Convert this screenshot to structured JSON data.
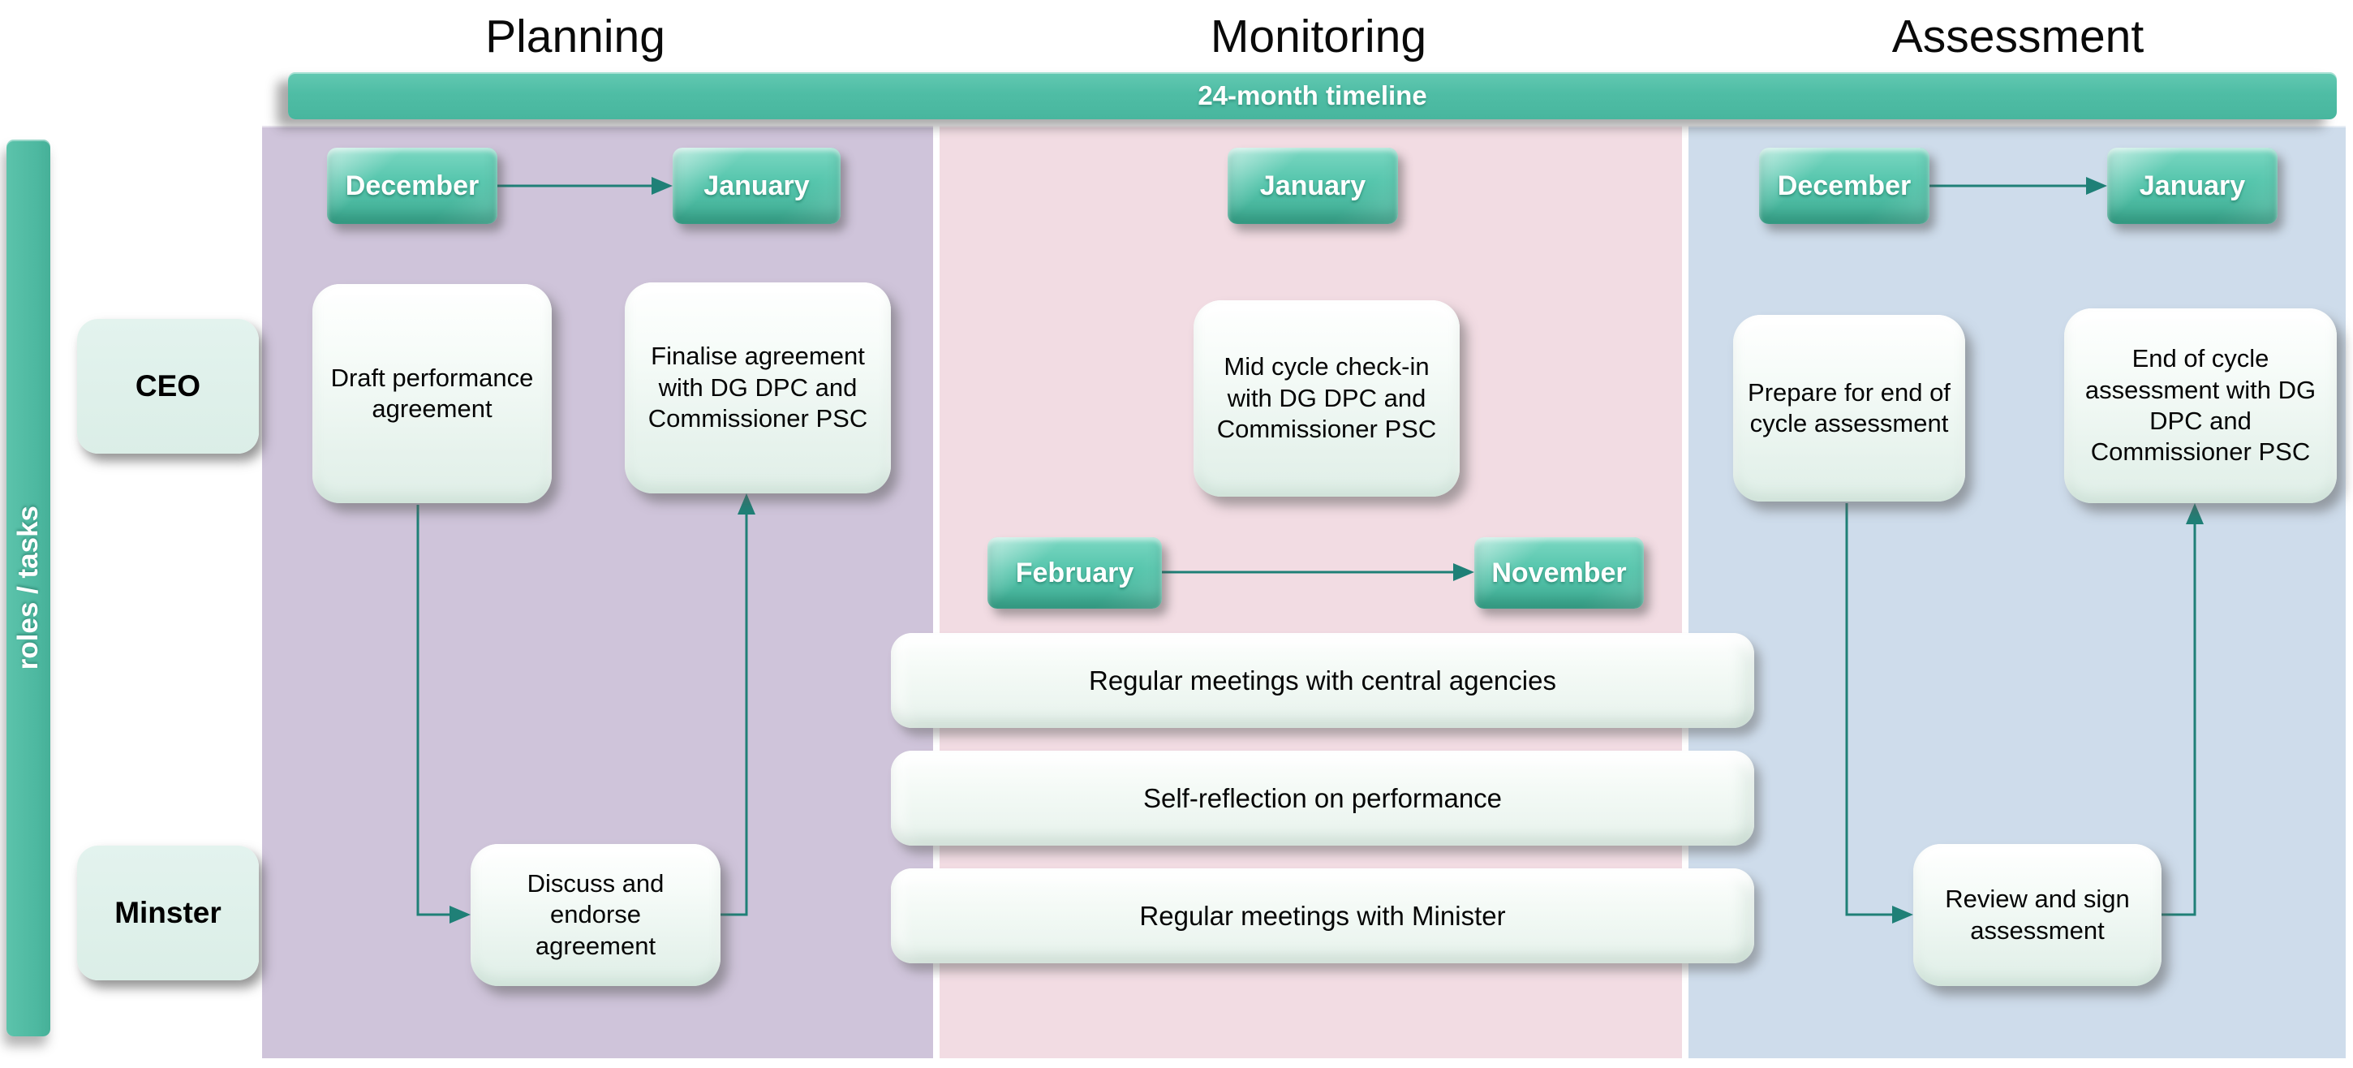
{
  "phases": {
    "planning": "Planning",
    "monitoring": "Monitoring",
    "assessment": "Assessment"
  },
  "timeline_label": "24-month timeline",
  "side_label": "roles / tasks",
  "roles": {
    "ceo": "CEO",
    "minister": "Minster"
  },
  "planning": {
    "month_start": "December",
    "month_end": "January",
    "task_draft": "Draft performance agreement",
    "task_finalise": "Finalise agreement with DG DPC and Commissioner PSC",
    "task_discuss": "Discuss and endorse agreement"
  },
  "monitoring": {
    "month_top": "January",
    "month_range_start": "February",
    "month_range_end": "November",
    "task_mid_cycle": "Mid cycle check-in with DG DPC and Commissioner PSC",
    "bars": [
      "Regular meetings with central agencies",
      "Self-reflection on performance",
      "Regular meetings with Minister"
    ]
  },
  "assessment": {
    "month_start": "December",
    "month_end": "January",
    "task_prepare": "Prepare for end of cycle assessment",
    "task_end_cycle": "End of cycle assessment with DG DPC and Commissioner PSC",
    "task_review": "Review and sign assessment"
  },
  "colors": {
    "teal": "#4FBDA5",
    "connector": "#1F8077",
    "planning_bg": "#CFC4DA",
    "monitoring_bg": "#F2DCE3",
    "assessment_bg": "#CEDCEB",
    "task_box_bg": "#E6F2EC",
    "header_text": "#0A0A0A",
    "month_text": "#FFFFFF"
  }
}
